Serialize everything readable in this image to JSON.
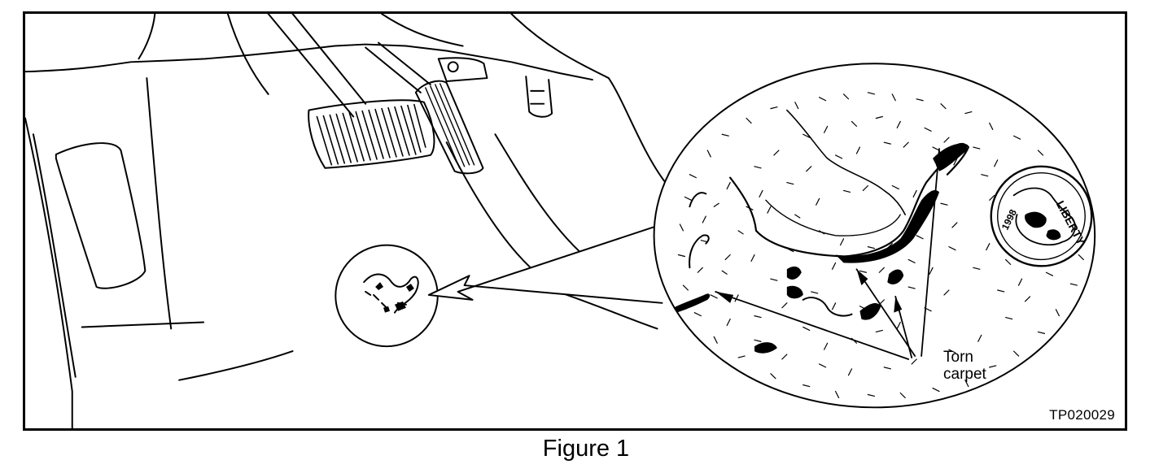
{
  "figure": {
    "caption": "Figure 1",
    "code": "TP020029",
    "callout_label": "Torn\ncarpet",
    "coin_text": "LIBERTY",
    "coin_year": "1998"
  },
  "colors": {
    "ink": "#000000",
    "paper": "#ffffff"
  }
}
